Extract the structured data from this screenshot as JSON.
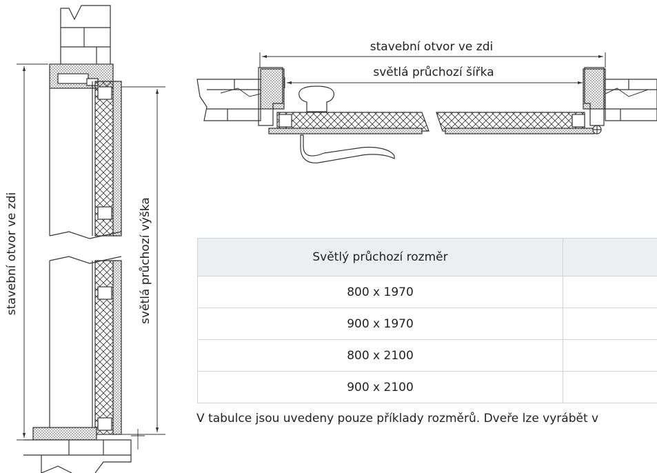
{
  "diagram": {
    "top_view": {
      "dim_outer_label": "stavební otvor ve zdi",
      "dim_inner_label": "světlá průchozí šířka"
    },
    "side_view": {
      "dim_outer_label": "stavební otvor ve zdi",
      "dim_inner_label": "světlá průchozí výška"
    }
  },
  "table": {
    "headers": [
      "Světlý průchozí rozměr",
      ""
    ],
    "rows": [
      [
        "800 x 1970",
        ""
      ],
      [
        "900 x 1970",
        ""
      ],
      [
        "800 x 2100",
        ""
      ],
      [
        "900 x 2100",
        ""
      ]
    ]
  },
  "note": "V tabulce jsou uvedeny pouze příklady rozměrů. Dveře lze vyrábět v"
}
